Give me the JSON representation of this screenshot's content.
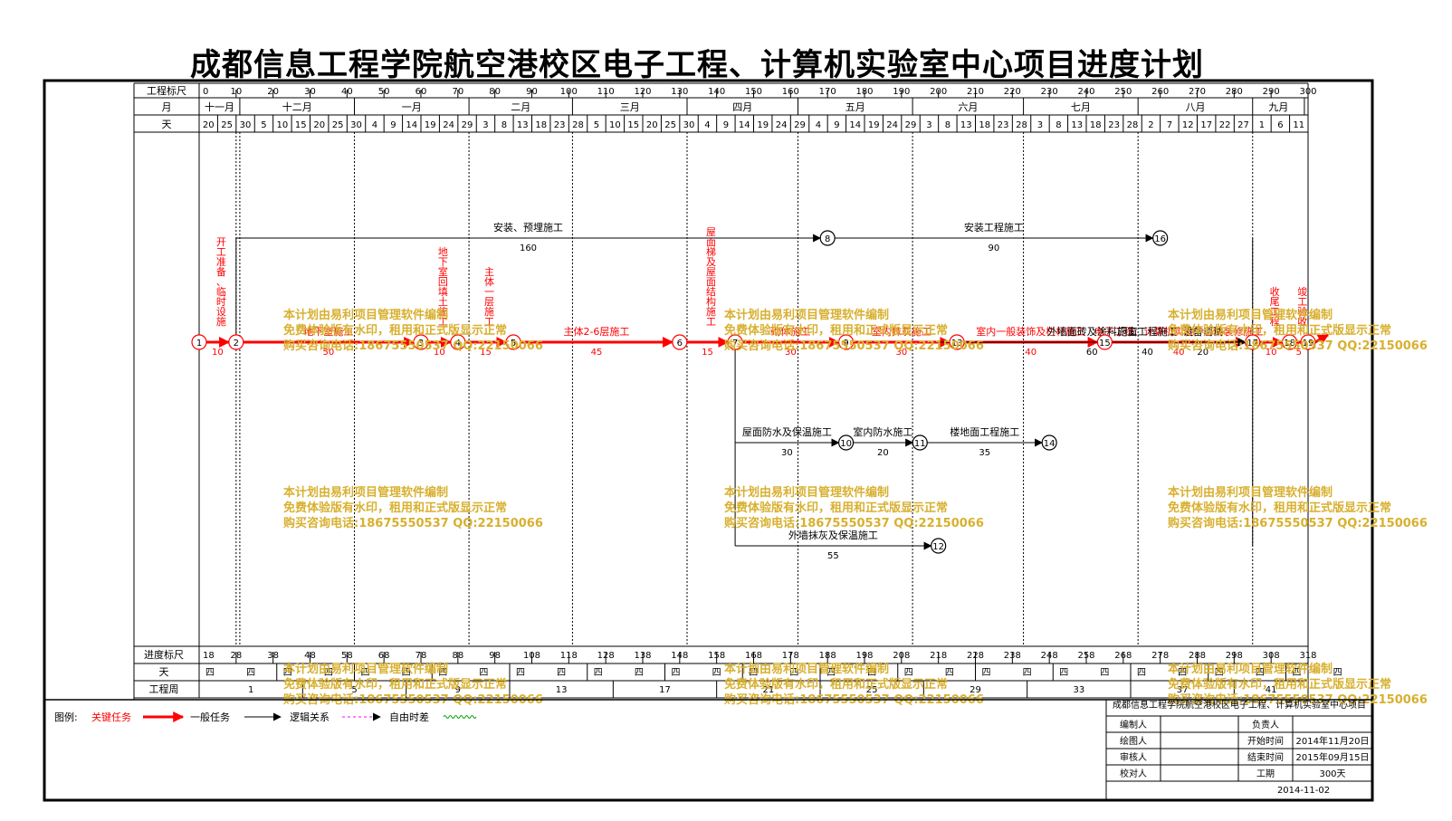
{
  "title": "成都信息工程学院航空港校区电子工程、计算机实验室中心项目进度计划",
  "axis": {
    "scale_label": "工程标尺",
    "month_label": "月",
    "day_label": "天",
    "scale_ticks": [
      0,
      10,
      20,
      30,
      40,
      50,
      60,
      70,
      80,
      90,
      100,
      110,
      120,
      130,
      140,
      150,
      160,
      170,
      180,
      190,
      200,
      210,
      220,
      230,
      240,
      250,
      260,
      270,
      280,
      290,
      300
    ],
    "months": [
      {
        "label": "十一月",
        "from": 0,
        "to": 11
      },
      {
        "label": "十二月",
        "from": 11,
        "to": 42
      },
      {
        "label": "一月",
        "from": 42,
        "to": 73
      },
      {
        "label": "二月",
        "from": 73,
        "to": 101
      },
      {
        "label": "三月",
        "from": 101,
        "to": 132
      },
      {
        "label": "四月",
        "from": 132,
        "to": 162
      },
      {
        "label": "五月",
        "from": 162,
        "to": 193
      },
      {
        "label": "六月",
        "from": 193,
        "to": 223
      },
      {
        "label": "七月",
        "from": 223,
        "to": 254
      },
      {
        "label": "八月",
        "from": 254,
        "to": 285
      },
      {
        "label": "九月",
        "from": 285,
        "to": 299
      }
    ],
    "days": [
      "20",
      "25",
      "30",
      "5",
      "10",
      "15",
      "20",
      "25",
      "30",
      "4",
      "9",
      "14",
      "19",
      "24",
      "29",
      "3",
      "8",
      "13",
      "18",
      "23",
      "28",
      "5",
      "10",
      "15",
      "20",
      "25",
      "30",
      "4",
      "9",
      "14",
      "19",
      "24",
      "29",
      "4",
      "9",
      "14",
      "19",
      "24",
      "29",
      "3",
      "8",
      "13",
      "18",
      "23",
      "28",
      "3",
      "8",
      "13",
      "18",
      "23",
      "28",
      "2",
      "7",
      "12",
      "17",
      "22",
      "27",
      "1",
      "6",
      "11"
    ],
    "progress_label": "进度标尺",
    "progress_ticks": [
      18,
      28,
      38,
      48,
      58,
      68,
      78,
      88,
      98,
      108,
      118,
      128,
      138,
      148,
      158,
      168,
      178,
      188,
      198,
      208,
      218,
      228,
      238,
      248,
      258,
      268,
      278,
      288,
      298,
      308,
      318
    ],
    "weekday_label": "天",
    "weekday_char": "四",
    "week_label": "工程周",
    "weeks": [
      {
        "n": "1",
        "from": 0,
        "to": 28
      },
      {
        "n": "5",
        "from": 28,
        "to": 56
      },
      {
        "n": "9",
        "from": 56,
        "to": 84
      },
      {
        "n": "13",
        "from": 84,
        "to": 112
      },
      {
        "n": "17",
        "from": 112,
        "to": 140
      },
      {
        "n": "21",
        "from": 140,
        "to": 168
      },
      {
        "n": "25",
        "from": 168,
        "to": 196
      },
      {
        "n": "29",
        "from": 196,
        "to": 224
      },
      {
        "n": "33",
        "from": 224,
        "to": 252
      },
      {
        "n": "37",
        "from": 252,
        "to": 280
      },
      {
        "n": "41",
        "from": 280,
        "to": 300
      }
    ]
  },
  "nodes": [
    {
      "id": "1",
      "t": 0,
      "row": "main"
    },
    {
      "id": "2",
      "t": 10,
      "row": "main"
    },
    {
      "id": "3",
      "t": 60,
      "row": "main"
    },
    {
      "id": "4",
      "t": 70,
      "row": "main"
    },
    {
      "id": "5",
      "t": 85,
      "row": "main"
    },
    {
      "id": "6",
      "t": 130,
      "row": "main"
    },
    {
      "id": "7",
      "t": 145,
      "row": "main"
    },
    {
      "id": "9",
      "t": 175,
      "row": "main"
    },
    {
      "id": "13",
      "t": 205,
      "row": "main"
    },
    {
      "id": "15",
      "t": 245,
      "row": "main"
    },
    {
      "id": "17",
      "t": 285,
      "row": "main"
    },
    {
      "id": "18",
      "t": 295,
      "row": "main"
    },
    {
      "id": "19",
      "t": 300,
      "row": "main"
    },
    {
      "id": "8",
      "t": 170,
      "row": "top"
    },
    {
      "id": "16",
      "t": 260,
      "row": "top"
    },
    {
      "id": "10",
      "t": 175,
      "row": "mid"
    },
    {
      "id": "11",
      "t": 195,
      "row": "mid"
    },
    {
      "id": "14",
      "t": 230,
      "row": "mid"
    },
    {
      "id": "12",
      "t": 200,
      "row": "bot"
    }
  ],
  "tasks": [
    {
      "from": "1",
      "to": "2",
      "name": "开工准备、临时设施",
      "dur": "10",
      "kind": "critical",
      "vertical": true
    },
    {
      "from": "2",
      "to": "3",
      "name": "地下室施工",
      "dur": "50",
      "kind": "critical"
    },
    {
      "from": "3",
      "to": "4",
      "name": "地下室回填土施工",
      "dur": "10",
      "kind": "critical",
      "vertical": true
    },
    {
      "from": "4",
      "to": "5",
      "name": "主体一层施工",
      "dur": "15",
      "kind": "critical",
      "vertical": true
    },
    {
      "from": "5",
      "to": "6",
      "name": "主体2-6层施工",
      "dur": "45",
      "kind": "critical"
    },
    {
      "from": "6",
      "to": "7",
      "name": "屋面梯及屋面结构施工",
      "dur": "15",
      "kind": "critical",
      "vertical": true
    },
    {
      "from": "7",
      "to": "9",
      "name": "砌体施工",
      "dur": "30",
      "kind": "critical"
    },
    {
      "from": "9",
      "to": "13",
      "name": "室内抹灰施工",
      "dur": "30",
      "kind": "critical"
    },
    {
      "from": "13",
      "to": "15",
      "name": "室内一般装饰及栏杆施工",
      "dur": "40",
      "kind": "critical"
    },
    {
      "from": "15",
      "to": "17",
      "name": "电子工程、计算机实验中心精装修施工",
      "dur": "40",
      "kind": "critical"
    },
    {
      "from": "17",
      "to": "18",
      "name": "收尾工程",
      "dur": "10",
      "kind": "critical",
      "vertical": true
    },
    {
      "from": "18",
      "to": "19",
      "name": "竣工验收",
      "dur": "5",
      "kind": "critical",
      "vertical": true
    },
    {
      "from": "2",
      "to": "8",
      "name": "安装、预埋施工",
      "dur": "160",
      "kind": "normal"
    },
    {
      "from": "8",
      "to": "16",
      "name": "安装工程施工",
      "dur": "90",
      "kind": "normal"
    },
    {
      "from": "16",
      "to": "17",
      "name": "设备调试",
      "dur": "20",
      "kind": "normal"
    },
    {
      "from": "7",
      "to": "10",
      "name": "屋面防水及保温施工",
      "dur": "30",
      "kind": "normal"
    },
    {
      "from": "10",
      "to": "11",
      "name": "室内防水施工",
      "dur": "20",
      "kind": "normal"
    },
    {
      "from": "11",
      "to": "14",
      "name": "楼地面工程施工",
      "dur": "35",
      "kind": "normal"
    },
    {
      "from": "14",
      "to": "17",
      "name": "门窗工程施工",
      "dur": "40",
      "kind": "normal"
    },
    {
      "from": "7",
      "to": "12",
      "name": "外墙抹灰及保温施工",
      "dur": "55",
      "kind": "normal"
    },
    {
      "from": "12",
      "to": "17",
      "name": "外墙面砖及涂料施工",
      "dur": "60",
      "kind": "normal"
    }
  ],
  "watermark": {
    "line1": "本计划由易利项目管理软件编制",
    "line2": "免费体验版有水印，租用和正式版显示正常",
    "line3": "购买咨询电话:18675550537 QQ:22150066"
  },
  "legend": {
    "label": "图例:",
    "critical": "关键任务",
    "normal": "一般任务",
    "logic": "逻辑关系",
    "free_float": "自由时差"
  },
  "info": {
    "project_name": "成都信息工程学院航空港校区电子工程、计算机实验室中心项目",
    "compiled_by": "编制人",
    "responsible": "负责人",
    "drawn_by": "绘图人",
    "start_label": "开始时间",
    "start_value": "2014年11月20日",
    "reviewed_by": "审核人",
    "end_label": "结束时间",
    "end_value": "2015年09月15日",
    "checked_by": "校对人",
    "duration_label": "工期",
    "duration_value": "300天",
    "date": "2014-11-02"
  },
  "colors": {
    "critical": "#ff0000",
    "normal": "#000000",
    "logic": "#ff00ff",
    "float": "#00a000",
    "watermark": "#d8b030"
  }
}
